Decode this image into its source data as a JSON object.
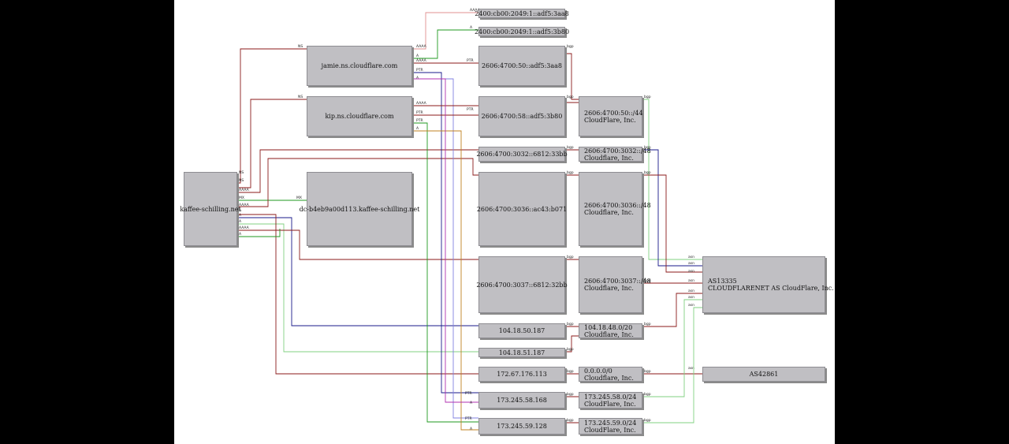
{
  "nodes": {
    "kaffee": "kaffee-schilling.net",
    "jamie": "jamie.ns.cloudflare.com",
    "kip": "kip.ns.cloudflare.com",
    "dc": "dc-b4eb9a00d113.kaffee-schilling.net",
    "v6_1": "2400:cb00:2049:1::adf5:3aa8",
    "v6_2": "2400:cb00:2049:1::adf5:3b80",
    "v6_3": "2606:4700:50::adf5:3aa8",
    "v6_4": "2606:4700:58::adf5:3b80",
    "v6_5": "2606:4700:3032::6812:33bb",
    "v6_6": "2606:4700:3036::ac43:b071",
    "v6_7": "2606:4700:3037::6812:32bb",
    "v4_1": "104.18.50.187",
    "v4_2": "104.18.51.187",
    "v4_3": "172.67.176.113",
    "v4_4": "173.245.58.168",
    "v4_5": "173.245.59.128",
    "p1_a": "2606:4700:50::/44",
    "p1_b": "CloudFlare, Inc.",
    "p2_a": "2606:4700:3032::/48",
    "p2_b": "Cloudflare, Inc.",
    "p3_a": "2606:4700:3036::/48",
    "p3_b": "Cloudflare, Inc.",
    "p4_a": "2606:4700:3037::/48",
    "p4_b": "Cloudflare, Inc.",
    "p5_a": "104.18.48.0/20",
    "p5_b": "Cloudflare, Inc.",
    "p6_a": "0.0.0.0/0",
    "p6_b": "Cloudflare, Inc.",
    "p7_a": "173.245.58.0/24",
    "p7_b": "CloudFlare, Inc.",
    "p8_a": "173.245.59.0/24",
    "p8_b": "CloudFlare, Inc.",
    "as1_a": "AS13335",
    "as1_b": "CLOUDFLARENET AS CloudFlare, Inc.",
    "as2": "AS42861"
  },
  "edge_labels": {
    "ns": "NS",
    "a": "A",
    "aaaa": "AAAA",
    "ptr": "PTR",
    "mx": "MX",
    "bgp": "bgp",
    "asn": "asn"
  },
  "colors": {
    "red": "#8b1a1a",
    "green": "#1f9a1f",
    "blue": "#1a1a8b",
    "pink": "#e09090",
    "magenta": "#b030b0",
    "orange": "#c08020",
    "lightgreen": "#80d080",
    "purple": "#8080e0"
  }
}
